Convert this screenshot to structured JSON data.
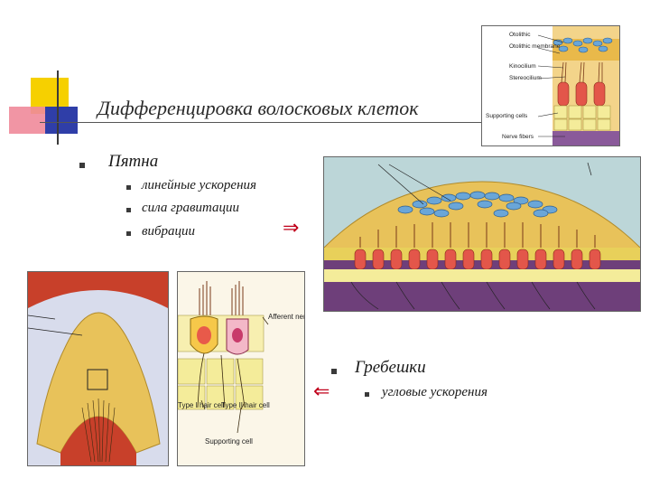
{
  "slide": {
    "title": "Дифференцировка волосковых клеток",
    "maculae": {
      "heading": "Пятна",
      "items": [
        "линейные ускорения",
        "сила гравитации",
        "вибрации"
      ],
      "arrow": "⇒"
    },
    "cristae": {
      "heading": "Гребешки",
      "items": [
        "угловые ускорения"
      ],
      "arrow": "⇐"
    }
  },
  "figure_top": {
    "labels": [
      "Otolithic",
      "Otolithic membrane",
      "Kinocilium",
      "Stereocilium",
      "Supporting cells",
      "Nerve fibers"
    ]
  },
  "figure_bottom": {
    "labels": [
      "Afferent nerve fibers",
      "Type I hair cell",
      "Type II hair cell",
      "Supporting cell"
    ]
  },
  "colors": {
    "accent_red": "#c0001a",
    "gel_yellow": "#e8c25a",
    "otolith_blue": "#6aa6d8",
    "tissue_purple": "#6e3f7a",
    "wall_red": "#c8402a"
  }
}
